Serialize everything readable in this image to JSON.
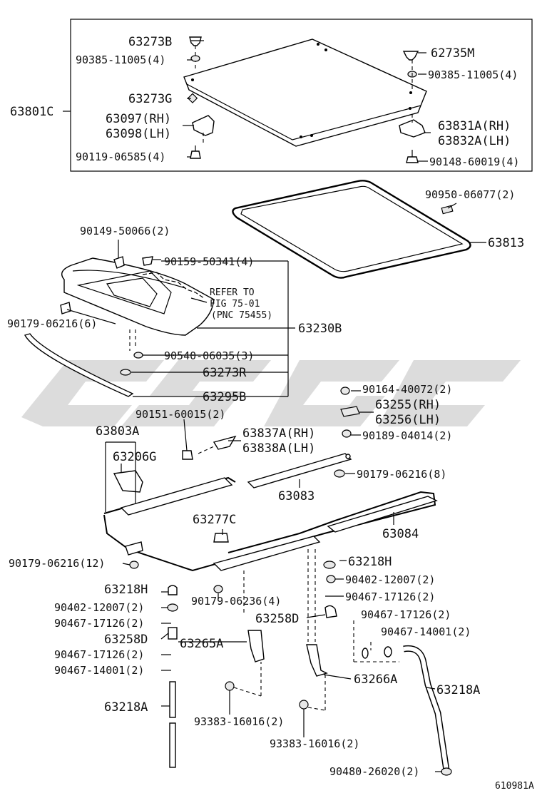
{
  "diagram_id": "610981A",
  "labels": {
    "l63273B_top": "63273B",
    "l90385_left": "90385-11005(4)",
    "l62735M": "62735M",
    "l90385_right": "90385-11005(4)",
    "l63801C": "63801C",
    "l63273G": "63273G",
    "l63097": "63097(RH)",
    "l63098": "63098(LH)",
    "l63831A": "63831A(RH)",
    "l63832A": "63832A(LH)",
    "l90119": "90119-06585(4)",
    "l90148": "90148-60019(4)",
    "l90950": "90950-06077(2)",
    "l63813": "63813",
    "l90149": "90149-50066(2)",
    "l90159": "90159-50341(4)",
    "l_refer1": "REFER TO",
    "l_refer2": "FIG 75-01",
    "l_refer3": "(PNC 75455)",
    "l90179_6": "90179-06216(6)",
    "l63230B": "63230B",
    "l90540": "90540-06035(3)",
    "l63273R": "63273R",
    "l63295B": "63295B",
    "l90164": "90164-40072(2)",
    "l63255": "63255(RH)",
    "l63256": "63256(LH)",
    "l90151": "90151-60015(2)",
    "l63803A": "63803A",
    "l63837A": "63837A(RH)",
    "l63838A": "63838A(LH)",
    "l90189": "90189-04014(2)",
    "l63206G": "63206G",
    "l90179_8": "90179-06216(8)",
    "l63083": "63083",
    "l63084": "63084",
    "l63277C": "63277C",
    "l90179_12": "90179-06216(12)",
    "l63218H_r": "63218H",
    "l90402_r": "90402-12007(2)",
    "l90467_17126_r1": "90467-17126(2)",
    "l63218H_l": "63218H",
    "l90179_06236": "90179-06236(4)",
    "l63258D_r": "63258D",
    "l90467_17126_r2": "90467-17126(2)",
    "l90402_l": "90402-12007(2)",
    "l90467_14001_r": "90467-14001(2)",
    "l90467_17126_l1": "90467-17126(2)",
    "l63258D_l": "63258D",
    "l63265A": "63265A",
    "l90467_17126_l2": "90467-17126(2)",
    "l90467_14001_l": "90467-14001(2)",
    "l63266A": "63266A",
    "l63218A_r": "63218A",
    "l63218A_l": "63218A",
    "l93383_l": "93383-16016(2)",
    "l93383_r": "93383-16016(2)",
    "l90480": "90480-26020(2)"
  }
}
